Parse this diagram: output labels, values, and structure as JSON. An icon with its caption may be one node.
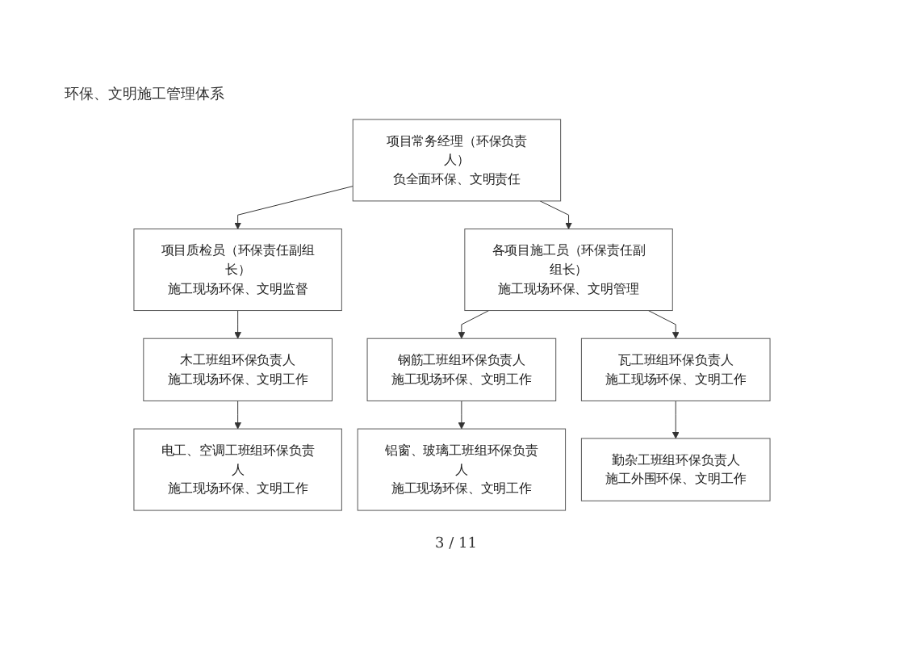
{
  "diagram": {
    "title": "环保、文明施工管理体系",
    "nodes": [
      {
        "text": [
          "项目常务经理（环保负责人）",
          "负全面环保、文明责任"
        ]
      },
      {
        "text": [
          "项目质检员（环保责任副组长）",
          "施工现场环保、文明监督"
        ]
      },
      {
        "text": [
          "各项目施工员（环保责任副组长）",
          "施工现场环保、文明管理"
        ]
      },
      {
        "text": [
          "木工班组环保负责人",
          "施工现场环保、文明工作"
        ]
      },
      {
        "text": [
          "钢筋工班组环保负责人",
          "施工现场环保、文明工作"
        ]
      },
      {
        "text": [
          "瓦工班组环保负责人",
          "施工现场环保、文明工作"
        ]
      },
      {
        "text": [
          "电工、空调工班组环保负责人",
          "施工现场环保、文明工作"
        ]
      },
      {
        "text": [
          "铝窗、玻璃工班组环保负责人",
          "施工现场环保、文明工作"
        ]
      },
      {
        "text": [
          "勤杂工班组环保负责人",
          "施工外围环保、文明工作"
        ]
      }
    ],
    "edges": [
      {
        "from": 0,
        "to": 1,
        "arrow": "to"
      },
      {
        "from": 0,
        "to": 2,
        "arrow": "to"
      },
      {
        "from": 1,
        "to": 3,
        "arrow": "to"
      },
      {
        "from": 2,
        "to": 4,
        "arrow": "to"
      },
      {
        "from": 2,
        "to": 5,
        "arrow": "to"
      },
      {
        "from": 3,
        "to": 6,
        "arrow": "to"
      },
      {
        "from": 4,
        "to": 7,
        "arrow": "to"
      },
      {
        "from": 5,
        "to": 8,
        "arrow": "to"
      }
    ],
    "labels": [
      "3 / 11"
    ]
  }
}
